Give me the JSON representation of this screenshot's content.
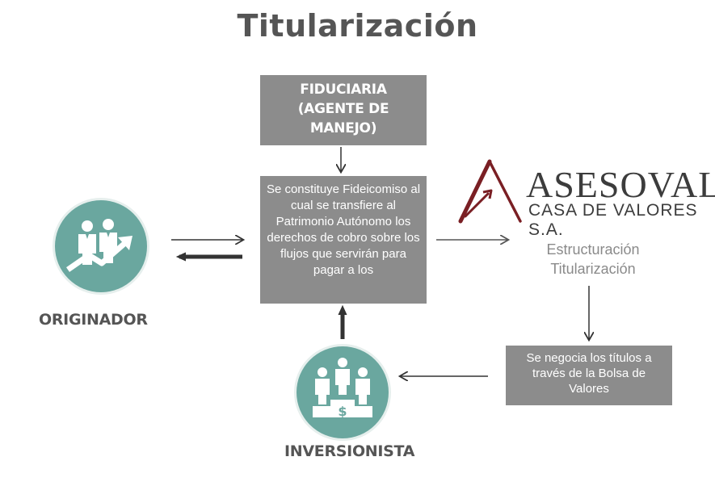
{
  "title": "Titularización",
  "fiduciaria": {
    "line1": "FIDUCIARIA",
    "line2": "(AGENTE DE",
    "line3": "MANEJO)"
  },
  "fideicomiso_text": "Se constituye Fideicomiso al cual se transfiere al Patrimonio Autónomo los derechos de cobro sobre los flujos que servirán para pagar a los",
  "logo": {
    "name": "ASESOVAL",
    "subtitle": "CASA DE VALORES S.A.",
    "color": "#7a1f24"
  },
  "estructuracion": {
    "line1": "Estructuración",
    "line2": "Titularización"
  },
  "negocia_text": "Se negocia los títulos a través de la Bolsa de Valores",
  "originador_label": "ORIGINADOR",
  "inversionista_label": "INVERSIONISTA",
  "colors": {
    "box": "#8c8c8c",
    "circle": "#6aa79f",
    "arrow": "#333333"
  }
}
